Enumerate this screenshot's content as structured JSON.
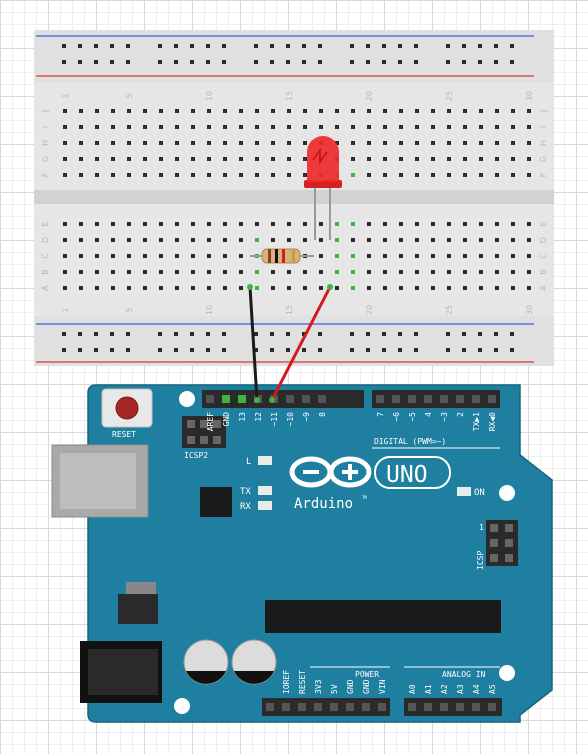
{
  "colors": {
    "breadboard": "#e6e6e6",
    "hole": "#2b2b2b",
    "rail_blue": "#3b5bdb",
    "rail_red": "#d63838",
    "board": "#1f7fa0",
    "board_edge": "#16657f",
    "header": "#2a2a2a",
    "wire_black": "#1a1a1a",
    "wire_red": "#d11b1b",
    "led": "#ee2a2a",
    "active_hole": "#3fb53f"
  },
  "breadboard": {
    "column_numbers": [
      "1",
      "5",
      "10",
      "15",
      "20",
      "25",
      "30"
    ],
    "rows_top": [
      "J",
      "I",
      "H",
      "G",
      "F"
    ],
    "rows_bottom": [
      "E",
      "D",
      "C",
      "B",
      "A"
    ]
  },
  "board": {
    "reset_label": "RESET",
    "icsp2_label": "ICSP2",
    "icsp_label": "ICSP",
    "icsp_pin1": "1",
    "digital_label": "DIGITAL (PWM=~)",
    "led_l": "L",
    "tx": "TX",
    "rx": "RX",
    "on": "ON",
    "brand": "Arduino",
    "tm": "TM",
    "model": "UNO",
    "power_label": "POWER",
    "analog_label": "ANALOG IN",
    "digital_pins_left": [
      "AREF",
      "GND",
      "13",
      "12",
      "~11",
      "~10",
      "~9",
      "8"
    ],
    "digital_pins_right": [
      "7",
      "~6",
      "~5",
      "4",
      "~3",
      "2",
      "TX▶1",
      "RX◀0"
    ],
    "power_pins": [
      "IOREF",
      "RESET",
      "3V3",
      "5V",
      "GND",
      "GND",
      "VIN"
    ],
    "analog_pins": [
      "A0",
      "A1",
      "A2",
      "A3",
      "A4",
      "A5"
    ]
  }
}
